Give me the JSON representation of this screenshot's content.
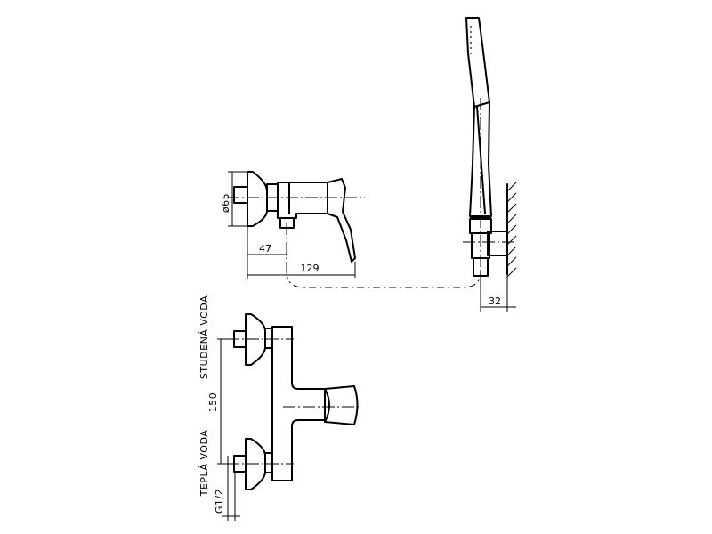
{
  "dimensions": {
    "d65": "ø65",
    "d47": "47",
    "d129": "129",
    "d32": "32",
    "d150": "150",
    "g12": "G1/2"
  },
  "labels": {
    "cold_water": "STUDENÁ VODA",
    "hot_water": "TEPLÁ VODA"
  }
}
